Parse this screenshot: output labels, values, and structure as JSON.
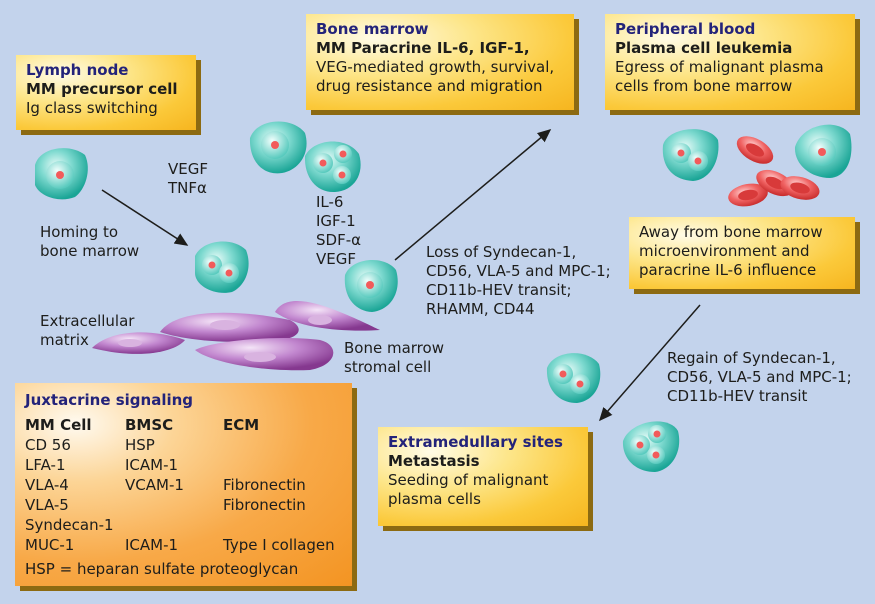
{
  "boxes": {
    "lymph_node": {
      "title": "Lymph node",
      "subtitle": "MM precursor cell",
      "text": [
        "Ig class switching"
      ]
    },
    "bone_marrow": {
      "title": "Bone marrow",
      "subtitle": "MM Paracrine IL-6, IGF-1,",
      "text": [
        "VEG-mediated growth, survival,",
        "drug resistance and migration"
      ]
    },
    "peripheral_blood": {
      "title": "Peripheral blood",
      "subtitle": "Plasma cell leukemia",
      "text": [
        "Egress of malignant plasma",
        "cells from bone marrow"
      ]
    },
    "away": {
      "text": [
        "Away from bone marrow",
        "microenvironment and",
        "paracrine IL-6 influence"
      ]
    },
    "extramedullary": {
      "title": "Extramedullary sites",
      "subtitle": "Metastasis",
      "text": [
        "Seeding of malignant",
        "plasma cells"
      ]
    },
    "juxtacrine": {
      "title": "Juxtacrine signaling",
      "headers": [
        "MM Cell",
        "BMSC",
        "ECM"
      ],
      "rows": [
        [
          "CD 56",
          "HSP",
          ""
        ],
        [
          "LFA-1",
          "ICAM-1",
          ""
        ],
        [
          "VLA-4",
          "VCAM-1",
          "Fibronectin"
        ],
        [
          "VLA-5",
          "",
          "Fibronectin"
        ],
        [
          "Syndecan-1",
          "",
          ""
        ],
        [
          "MUC-1",
          "ICAM-1",
          "Type I collagen"
        ]
      ],
      "footnote": "HSP = heparan sulfate proteoglycan"
    }
  },
  "labels": {
    "cytokines_1": [
      "VEGF",
      "TNFα"
    ],
    "homing": [
      "Homing to",
      "bone marrow"
    ],
    "cytokines_2": [
      "IL-6",
      "IGF-1",
      "SDF-α",
      "VEGF"
    ],
    "loss": [
      "Loss of Syndecan-1,",
      "CD56, VLA-5 and MPC-1;",
      "CD11b-HEV transit;",
      "RHAMM, CD44"
    ],
    "ecm": [
      "Extracellular",
      "matrix"
    ],
    "stromal": [
      "Bone marrow",
      "stromal cell"
    ],
    "regain": [
      "Regain of Syndecan-1,",
      "CD56, VLA-5 and MPC-1;",
      "CD11b-HEV transit"
    ]
  },
  "colors": {
    "background": "#c3d3ec",
    "title_text": "#23237a",
    "cell_teal": "#3fc2b4",
    "nucleus": "#f25b5b",
    "stromal": "#a259b4",
    "rbc": "#e84848"
  }
}
